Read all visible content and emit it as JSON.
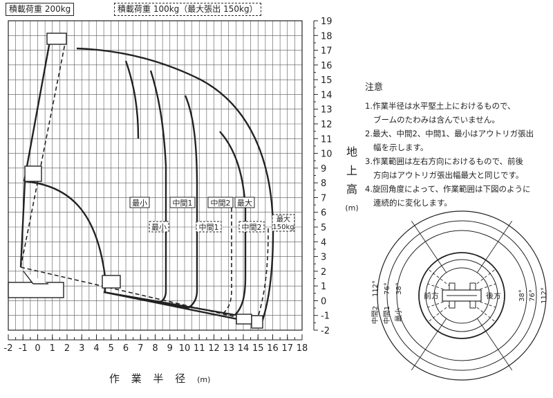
{
  "legend": {
    "solid": "積載荷重 200kg",
    "dashed": "積載荷重 100kg（最大張出 150kg）"
  },
  "x_axis": {
    "title": "作 業 半 径",
    "unit": "(m)",
    "ticks": [
      "-2",
      "-1",
      "0",
      "1",
      "2",
      "3",
      "4",
      "5",
      "6",
      "7",
      "8",
      "9",
      "10",
      "11",
      "12",
      "13",
      "14",
      "15",
      "16",
      "17",
      "18"
    ]
  },
  "y_axis": {
    "title": [
      "地",
      "上",
      "高"
    ],
    "unit": "(m)",
    "ticks": [
      "-2",
      "-1",
      "0",
      "1",
      "2",
      "3",
      "4",
      "5",
      "6",
      "7",
      "8",
      "9",
      "10",
      "11",
      "12",
      "13",
      "14",
      "15",
      "16",
      "17",
      "18",
      "19"
    ]
  },
  "envelope_labels": {
    "solid": [
      "最小",
      "中間1",
      "中間2",
      "最大"
    ],
    "dashed": [
      "最小",
      "中間1",
      "中間2",
      "最大\n150kg"
    ]
  },
  "notes": {
    "title": "注意",
    "items": [
      {
        "first": "1.作業半径は水平堅土上におけるもので、",
        "second": "ブームのたわみは含んでいません。"
      },
      {
        "first": "2.最大、中間2、中間1、最小はアウトリガ張出",
        "second": "幅を示します。"
      },
      {
        "first": "3.作業範囲は左右方向におけるもので、前後",
        "second": "方向はアウトリガ張出幅最大と同じです。"
      },
      {
        "first": "4.旋回角度によって、作業範囲は下図のように",
        "second": "連続的に変化します。"
      }
    ]
  },
  "rotation_diagram": {
    "front_label": "前方",
    "rear_label": "後方",
    "left_arc_labels": [
      {
        "name": "中間2",
        "angle": "112°"
      },
      {
        "name": "中間1",
        "angle": "76°"
      },
      {
        "name": "最小",
        "angle": "38°"
      }
    ],
    "right_angles": [
      "38°",
      "76°",
      "112°"
    ]
  },
  "colors": {
    "line": "#222222",
    "grid": "#555555",
    "background": "#ffffff"
  }
}
